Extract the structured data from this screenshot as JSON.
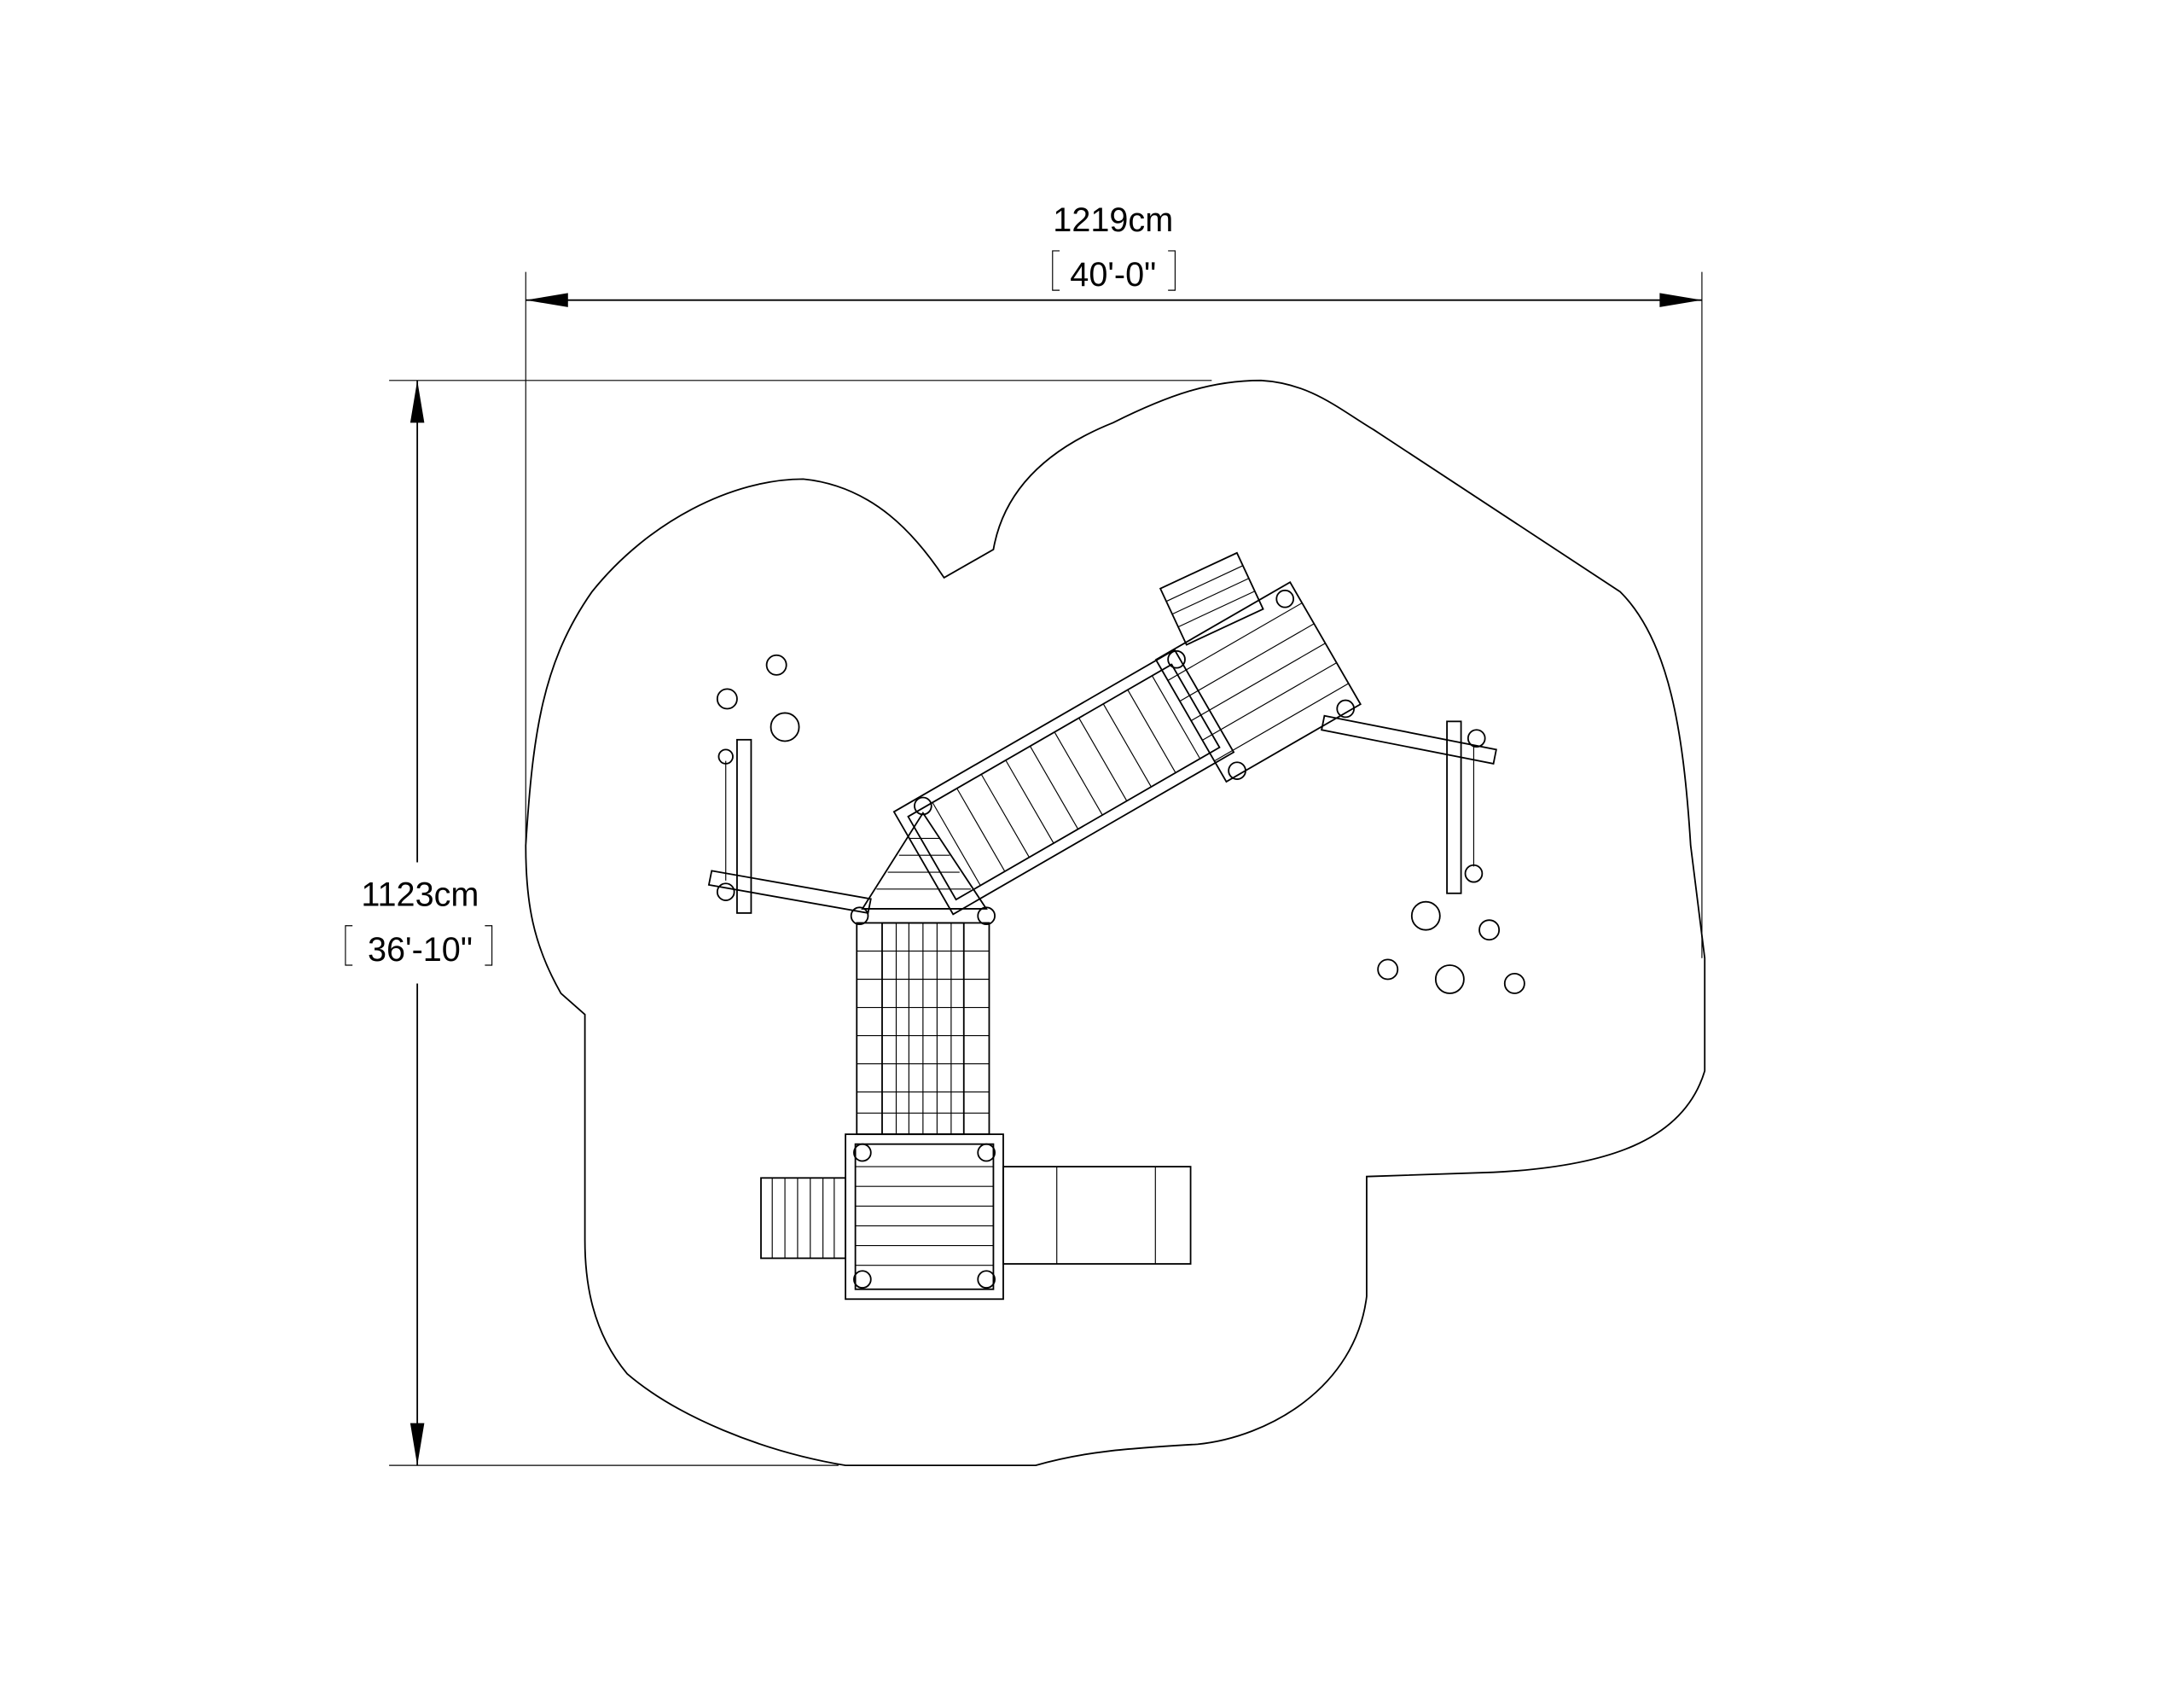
{
  "dimensions": {
    "width": {
      "metric": "1219cm",
      "imperial": "40'-0\""
    },
    "height": {
      "metric": "1123cm",
      "imperial": "36'-10\""
    }
  }
}
